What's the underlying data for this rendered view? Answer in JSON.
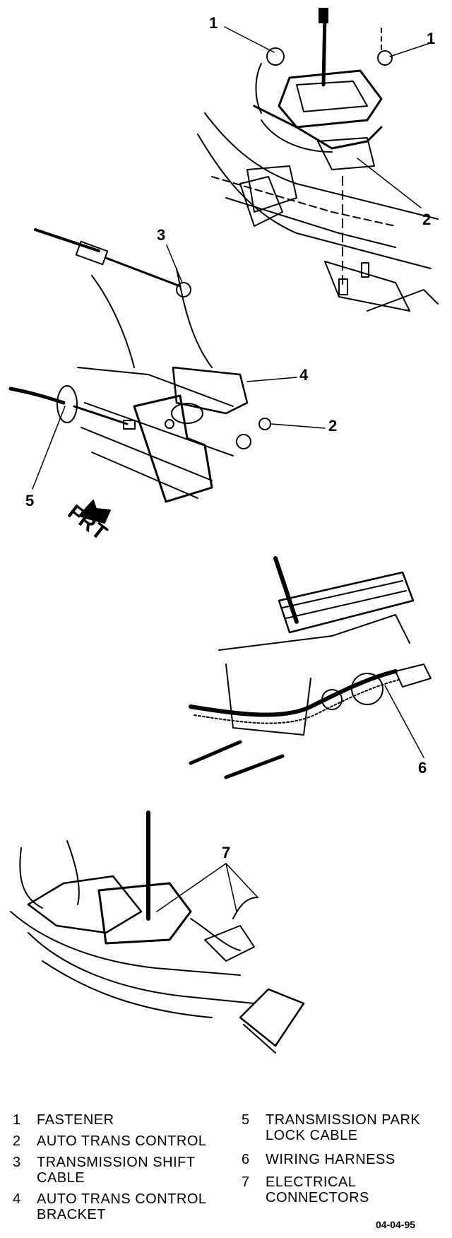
{
  "callouts": {
    "c1a": "1",
    "c1b": "1",
    "c2a": "2",
    "c3": "3",
    "c4": "4",
    "c2b": "2",
    "c5": "5",
    "c6": "6",
    "c7": "7"
  },
  "direction_label": "FRT",
  "legend": [
    {
      "num": "1",
      "text": "FASTENER"
    },
    {
      "num": "2",
      "text": "AUTO TRANS CONTROL"
    },
    {
      "num": "3",
      "text": "TRANSMISSION SHIFT CABLE"
    },
    {
      "num": "4",
      "text": "AUTO TRANS CONTROL BRACKET"
    },
    {
      "num": "5",
      "text": "TRANSMISSION PARK LOCK CABLE"
    },
    {
      "num": "6",
      "text": "WIRING HARNESS"
    },
    {
      "num": "7",
      "text": "ELECTRICAL CONNECTORS"
    }
  ],
  "figure_id": "04-04-95"
}
